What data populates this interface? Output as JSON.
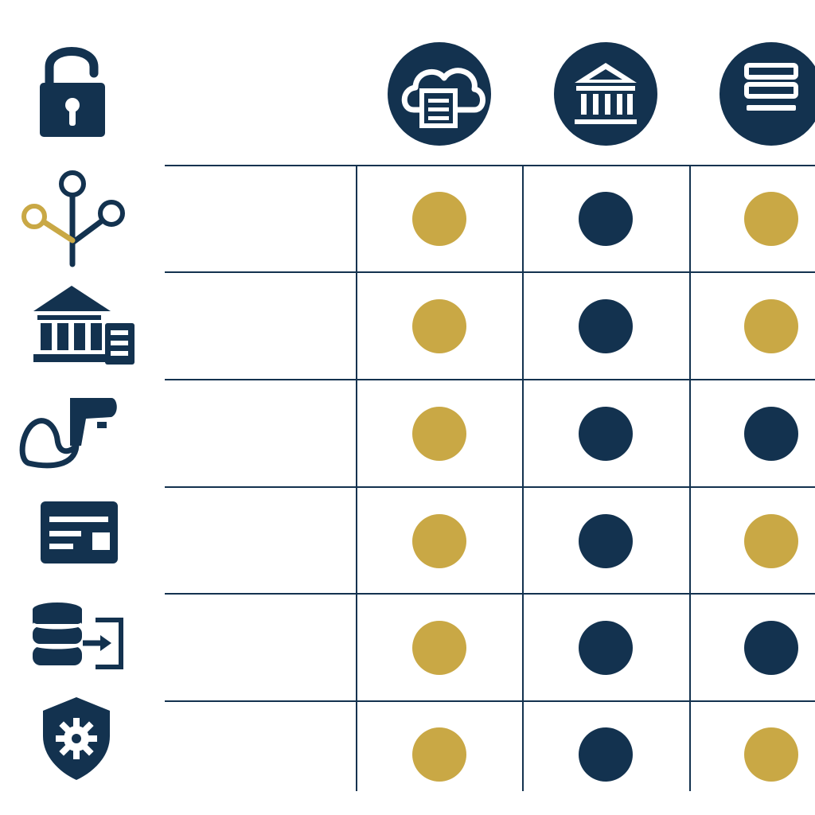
{
  "colors": {
    "navy": "#13324f",
    "gold": "#c9a845",
    "background": "#ffffff"
  },
  "columns": [
    {
      "icon": "cloud-server-icon"
    },
    {
      "icon": "bank-icon"
    },
    {
      "icon": "server-rack-icon"
    }
  ],
  "rows": [
    {
      "icon": "unlocked-padlock-icon",
      "header": true
    },
    {
      "icon": "branching-network-icon",
      "markers": [
        "gold",
        "navy",
        "gold"
      ]
    },
    {
      "icon": "bank-building-with-server-icon",
      "markers": [
        "gold",
        "navy",
        "gold"
      ]
    },
    {
      "icon": "barcode-scanner-icon",
      "markers": [
        "gold",
        "navy",
        "navy"
      ]
    },
    {
      "icon": "payment-card-icon",
      "markers": [
        "gold",
        "navy",
        "gold"
      ]
    },
    {
      "icon": "database-export-icon",
      "markers": [
        "gold",
        "navy",
        "navy"
      ]
    },
    {
      "icon": "shield-gear-icon",
      "markers": [
        "gold",
        "navy",
        "gold"
      ]
    }
  ]
}
